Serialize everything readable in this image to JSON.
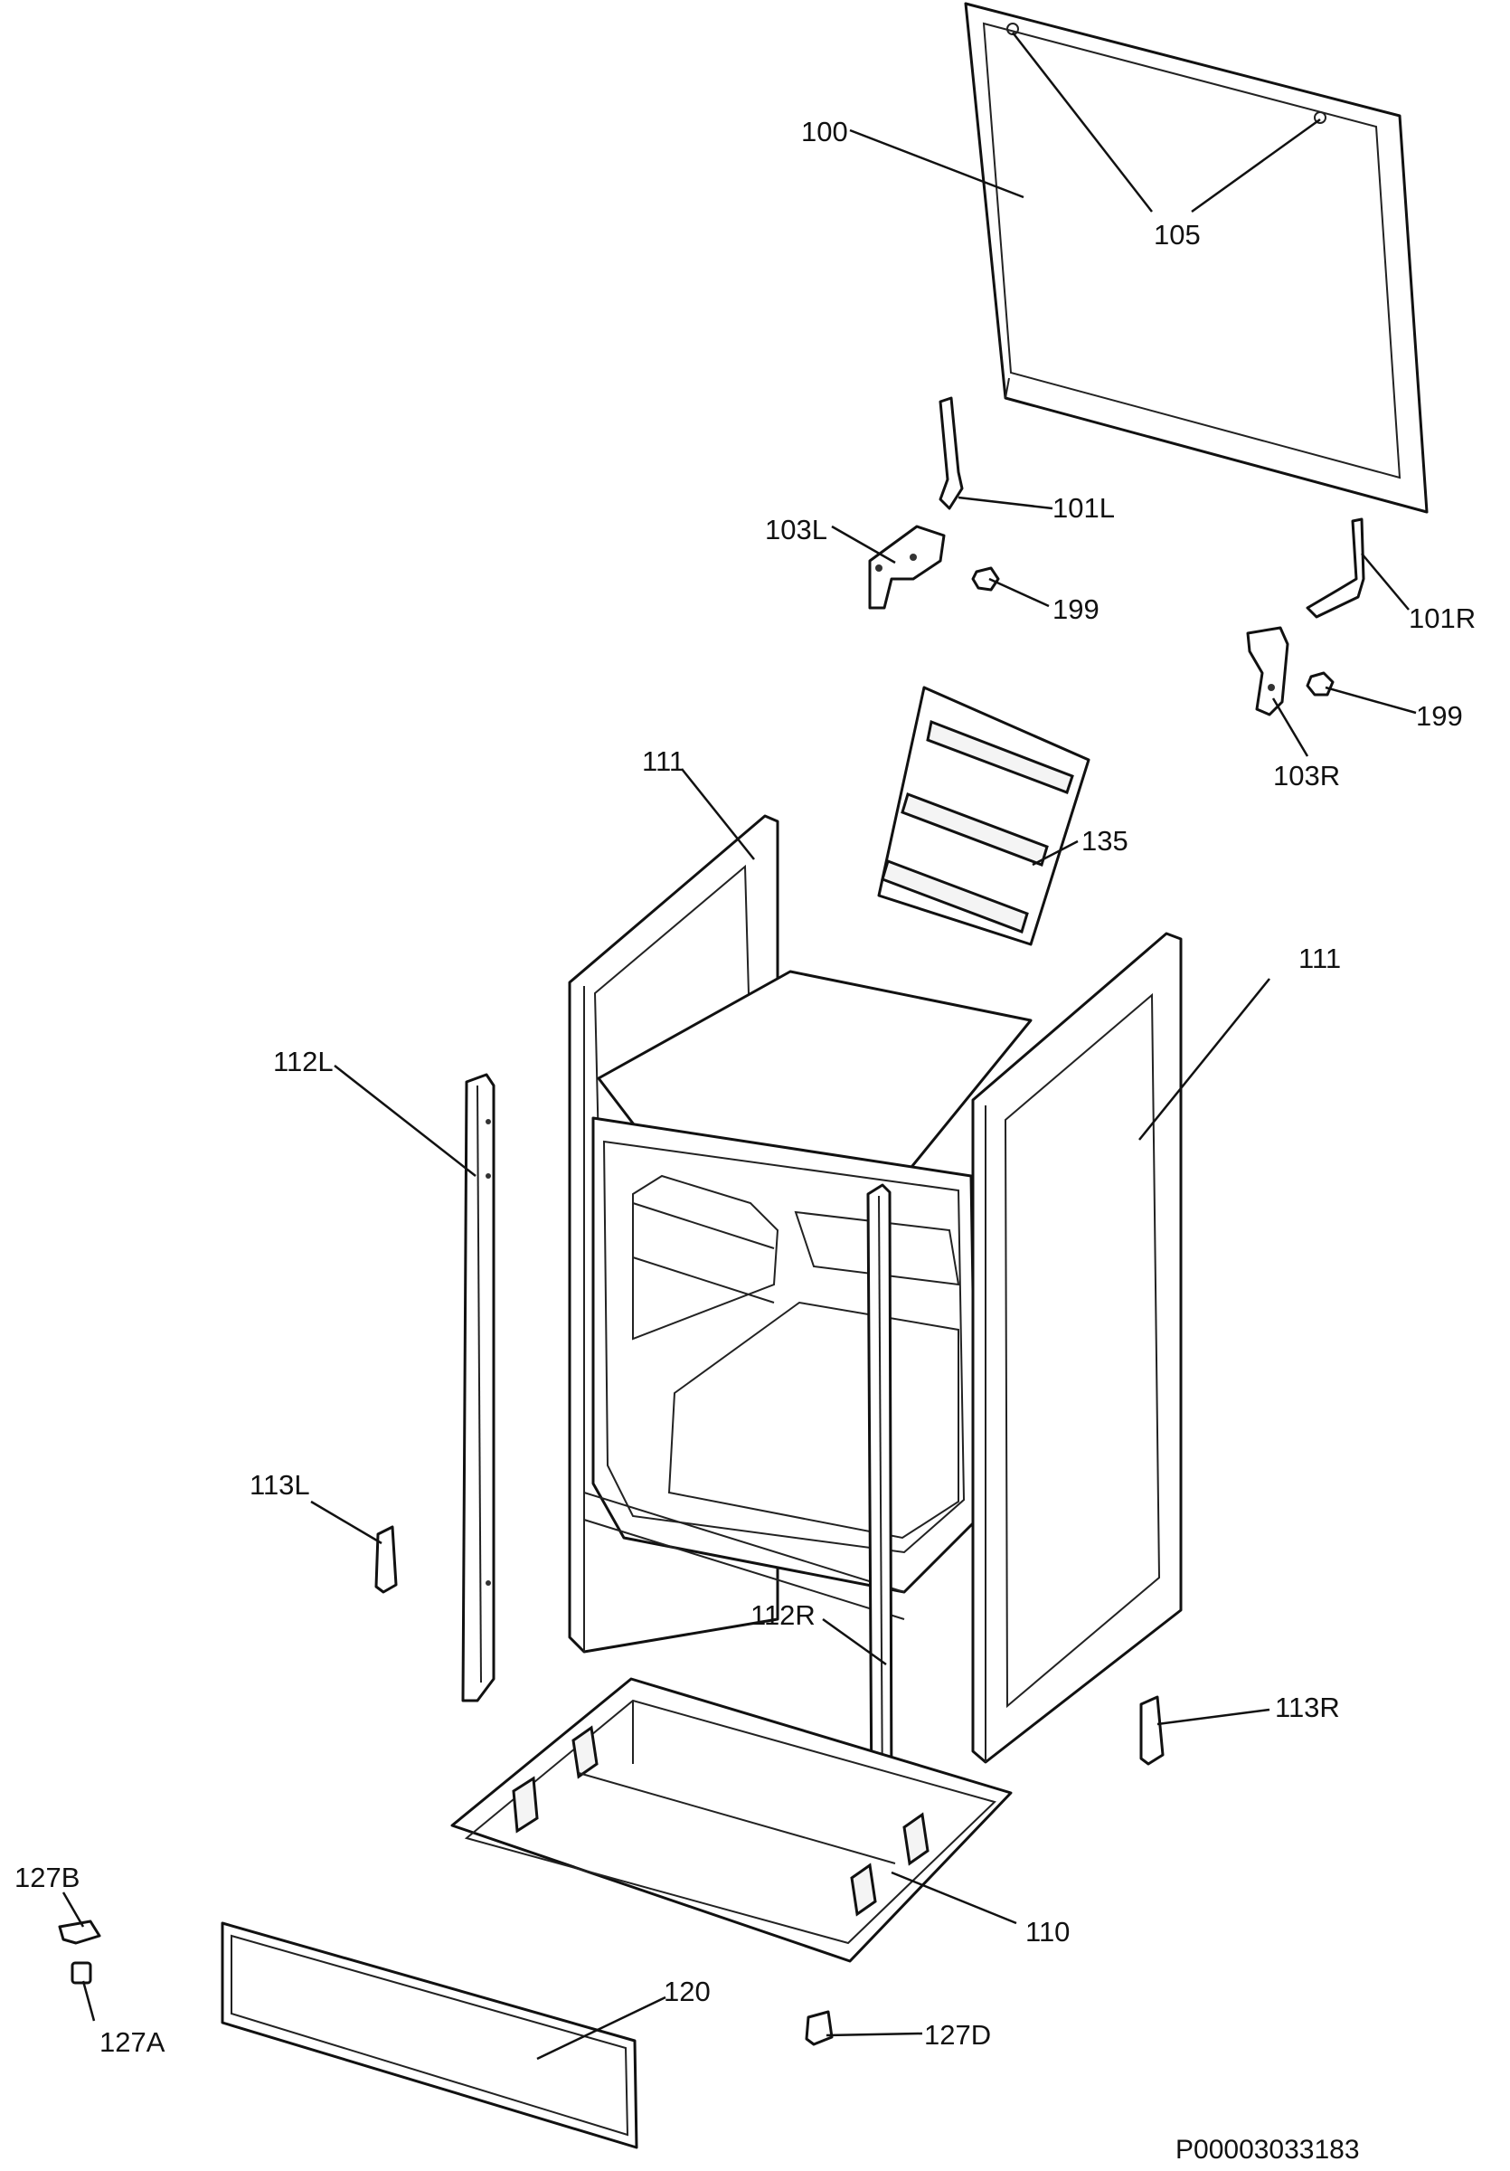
{
  "diagram": {
    "type": "exploded-parts-view",
    "document_number": "P00003033183",
    "callouts": [
      {
        "id": "100",
        "label": "100"
      },
      {
        "id": "105",
        "label": "105"
      },
      {
        "id": "101L",
        "label": "101L"
      },
      {
        "id": "103L",
        "label": "103L"
      },
      {
        "id": "199a",
        "label": "199"
      },
      {
        "id": "101R",
        "label": "101R"
      },
      {
        "id": "199b",
        "label": "199"
      },
      {
        "id": "103R",
        "label": "103R"
      },
      {
        "id": "111a",
        "label": "111"
      },
      {
        "id": "135",
        "label": "135"
      },
      {
        "id": "111b",
        "label": "111"
      },
      {
        "id": "112L",
        "label": "112L"
      },
      {
        "id": "113L",
        "label": "113L"
      },
      {
        "id": "112R",
        "label": "112R"
      },
      {
        "id": "113R",
        "label": "113R"
      },
      {
        "id": "127B",
        "label": "127B"
      },
      {
        "id": "110",
        "label": "110"
      },
      {
        "id": "120",
        "label": "120"
      },
      {
        "id": "127A",
        "label": "127A"
      },
      {
        "id": "127D",
        "label": "127D"
      }
    ]
  }
}
